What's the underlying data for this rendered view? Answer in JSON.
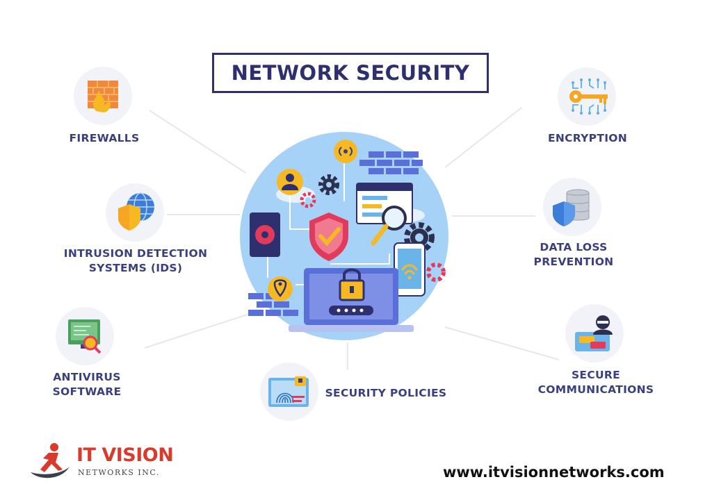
{
  "title": "NETWORK SECURITY",
  "items": {
    "firewalls": "FIREWALLS",
    "ids": [
      "INTRUSION DETECTION",
      "SYSTEMS (IDS)"
    ],
    "antivirus": [
      "ANTIVIRUS",
      "SOFTWARE"
    ],
    "encryption": "ENCRYPTION",
    "dlp": [
      "DATA LOSS",
      "PREVENTION"
    ],
    "secure_comms": [
      "SECURE",
      "COMMUNICATIONS"
    ],
    "policies": "SECURITY POLICIES"
  },
  "logo": {
    "name": "IT VISION",
    "sub": "NETWORKS INC."
  },
  "url": "www.itvisionnetworks.com",
  "icons": [
    "firewall-icon",
    "shield-globe-icon",
    "antivirus-monitor-icon",
    "key-circuit-icon",
    "database-shield-icon",
    "hacker-chat-icon",
    "fingerprint-doc-icon",
    "laptop-lock-icon"
  ],
  "colors": {
    "navy": "#2d2f6e",
    "label": "#3a3f7d",
    "hub": "#a7d2f7",
    "accent_red": "#e23a5a",
    "accent_yellow": "#f6b924",
    "logo_red": "#d83a2c"
  }
}
